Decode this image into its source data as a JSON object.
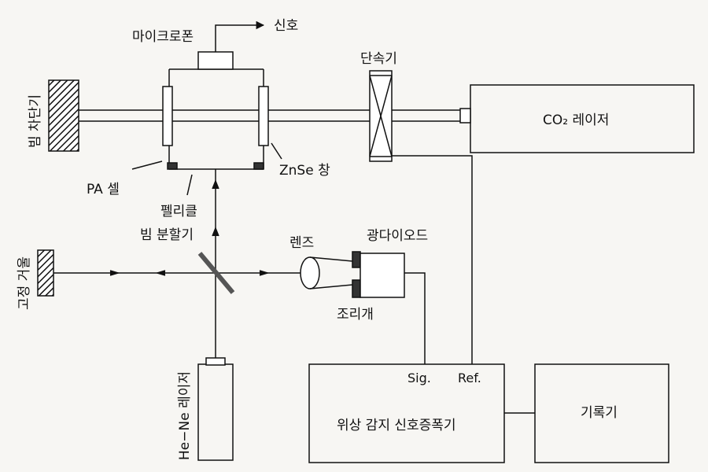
{
  "labels": {
    "microphone": "마이크로폰",
    "signal": "신호",
    "chopper": "단속기",
    "beam_stop": "빔 차단기",
    "co2_laser": "CO₂ 레이저",
    "pa_cell": "PA 셀",
    "znse_window": "ZnSe 창",
    "pellicle": "펠리클",
    "beam_splitter": "빔 분할기",
    "lens": "렌즈",
    "photodiode": "광다이오드",
    "iris": "조리개",
    "fixed_mirror": "고정 거울",
    "hene_laser": "He−Ne 레이저",
    "sig": "Sig.",
    "ref": "Ref.",
    "lock_in_amplifier": "위상 감지 신호증폭기",
    "recorder": "기록기"
  },
  "colors": {
    "background": "#f7f6f3",
    "line": "#111111",
    "fill_dark": "#333333"
  }
}
